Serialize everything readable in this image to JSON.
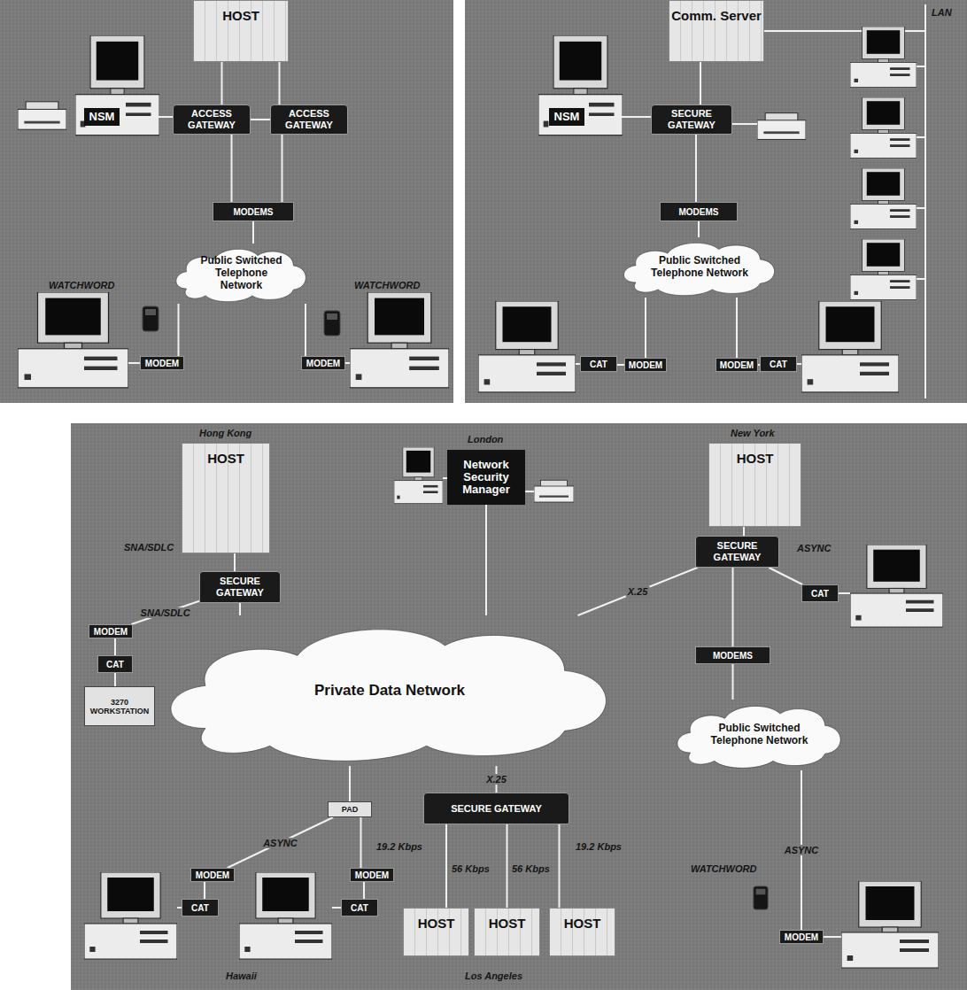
{
  "diagram": {
    "nodes": [
      {
        "text": [
          "HOST"
        ]
      },
      {
        "text": [
          "NSM"
        ]
      },
      {
        "text": [
          "ACCESS GATEWAY"
        ]
      },
      {
        "text": [
          "ACCESS GATEWAY"
        ]
      },
      {
        "text": [
          "MODEMS"
        ]
      },
      {
        "text": [
          "Public Switched Telephone Network"
        ]
      },
      {
        "text": [
          "MODEM"
        ]
      },
      {
        "text": [
          "MODEM"
        ]
      },
      {
        "text": [
          "Comm. Server"
        ]
      },
      {
        "text": [
          "NSM"
        ]
      },
      {
        "text": [
          "SECURE GATEWAY"
        ]
      },
      {
        "text": [
          "MODEMS"
        ]
      },
      {
        "text": [
          "Public Switched Telephone Network"
        ]
      },
      {
        "text": [
          "CAT"
        ]
      },
      {
        "text": [
          "MODEM"
        ]
      },
      {
        "text": [
          "MODEM"
        ]
      },
      {
        "text": [
          "CAT"
        ]
      },
      {
        "text": [
          "HOST"
        ]
      },
      {
        "text": [
          "Network Security Manager"
        ]
      },
      {
        "text": [
          "HOST"
        ]
      },
      {
        "text": [
          "SECURE GATEWAY"
        ]
      },
      {
        "text": [
          "SECURE GATEWAY"
        ]
      },
      {
        "text": [
          "MODEM"
        ]
      },
      {
        "text": [
          "CAT"
        ]
      },
      {
        "text": [
          "3270 WORKSTATION"
        ]
      },
      {
        "text": [
          "Private Data Network"
        ]
      },
      {
        "text": [
          "CAT"
        ]
      },
      {
        "text": [
          "MODEMS"
        ]
      },
      {
        "text": [
          "PAD"
        ]
      },
      {
        "text": [
          "Public Switched Telephone Network"
        ]
      },
      {
        "text": [
          "SECURE GATEWAY"
        ]
      },
      {
        "text": [
          "MODEM"
        ]
      },
      {
        "text": [
          "MODEM"
        ]
      },
      {
        "text": [
          "CAT"
        ]
      },
      {
        "text": [
          "CAT"
        ]
      },
      {
        "text": [
          "HOST"
        ]
      },
      {
        "text": [
          "HOST"
        ]
      },
      {
        "text": [
          "HOST"
        ]
      },
      {
        "text": [
          "MODEM"
        ]
      }
    ],
    "edges": [
      {
        "from": 0,
        "to": 2,
        "arrow": "none"
      },
      {
        "from": 0,
        "to": 3,
        "arrow": "none"
      },
      {
        "from": 1,
        "to": 2,
        "arrow": "none"
      },
      {
        "from": 2,
        "to": 3,
        "arrow": "none"
      },
      {
        "from": 2,
        "to": 4,
        "arrow": "none"
      },
      {
        "from": 3,
        "to": 4,
        "arrow": "none"
      },
      {
        "from": 4,
        "to": 5,
        "arrow": "none"
      },
      {
        "from": 5,
        "to": 6,
        "arrow": "none"
      },
      {
        "from": 5,
        "to": 7,
        "arrow": "none"
      },
      {
        "from": 8,
        "to": 10,
        "arrow": "none"
      },
      {
        "from": 9,
        "to": 10,
        "arrow": "none"
      },
      {
        "from": 10,
        "to": 11,
        "arrow": "none"
      },
      {
        "from": 11,
        "to": 12,
        "arrow": "none"
      },
      {
        "from": 12,
        "to": 14,
        "arrow": "none"
      },
      {
        "from": 12,
        "to": 15,
        "arrow": "none"
      },
      {
        "from": 13,
        "to": 14,
        "arrow": "none"
      },
      {
        "from": 15,
        "to": 16,
        "arrow": "none"
      },
      {
        "from": 17,
        "to": 20,
        "arrow": "none"
      },
      {
        "from": 20,
        "to": 22,
        "label": "SNA/SDLC",
        "arrow": "none"
      },
      {
        "from": 22,
        "to": 23,
        "arrow": "none"
      },
      {
        "from": 23,
        "to": 24,
        "arrow": "none"
      },
      {
        "from": 20,
        "to": 25,
        "arrow": "none"
      },
      {
        "from": 18,
        "to": 25,
        "arrow": "none"
      },
      {
        "from": 19,
        "to": 21,
        "arrow": "none"
      },
      {
        "from": 21,
        "to": 25,
        "label": "X.25",
        "arrow": "none"
      },
      {
        "from": 21,
        "to": 26,
        "arrow": "none"
      },
      {
        "from": 21,
        "to": 27,
        "arrow": "none"
      },
      {
        "from": 27,
        "to": 29,
        "arrow": "none"
      },
      {
        "from": 29,
        "to": 38,
        "label": "ASYNC",
        "arrow": "none"
      },
      {
        "from": 25,
        "to": 28,
        "arrow": "none"
      },
      {
        "from": 25,
        "to": 30,
        "label": "X.25",
        "arrow": "none"
      },
      {
        "from": 28,
        "to": 31,
        "label": "ASYNC",
        "arrow": "none"
      },
      {
        "from": 28,
        "to": 32,
        "arrow": "none"
      },
      {
        "from": 31,
        "to": 33,
        "arrow": "none"
      },
      {
        "from": 32,
        "to": 34,
        "arrow": "none"
      },
      {
        "from": 30,
        "to": 35,
        "arrow": "none"
      },
      {
        "from": 30,
        "to": 36,
        "arrow": "none"
      },
      {
        "from": 30,
        "to": 37,
        "arrow": "none"
      }
    ],
    "labels": [
      "WATCHWORD",
      "WATCHWORD",
      "LAN",
      "Hong Kong",
      "London",
      "New York",
      "SNA/SDLC",
      "ASYNC",
      "19.2 Kbps",
      "56 Kbps",
      "56 Kbps",
      "19.2 Kbps",
      "Hawaii",
      "Los Angeles",
      "WATCHWORD"
    ]
  }
}
